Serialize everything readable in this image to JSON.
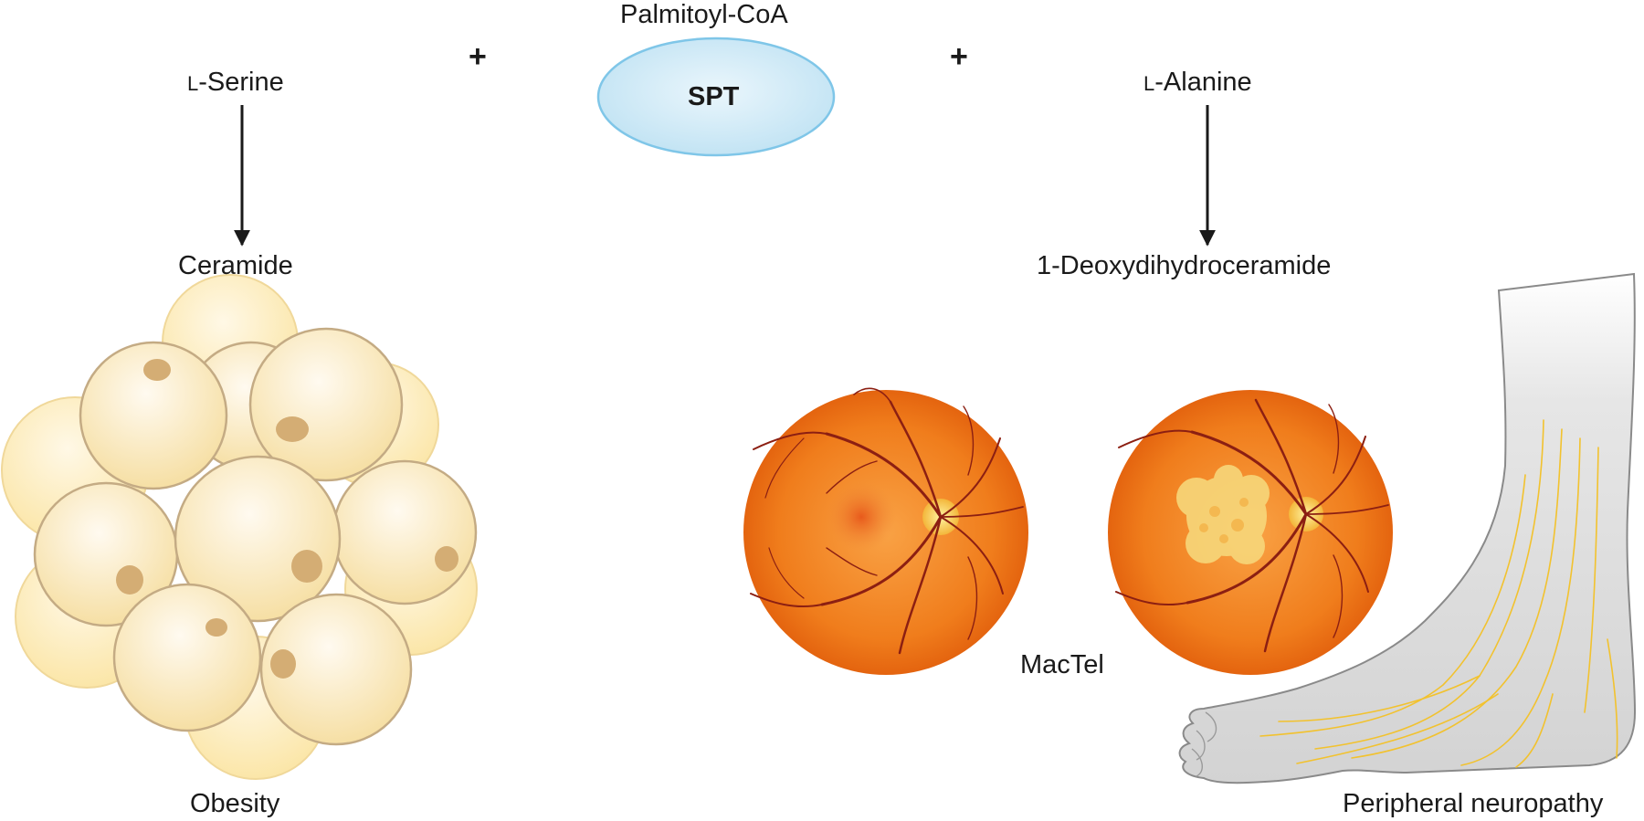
{
  "substrates": {
    "palmitoyl": "Palmitoyl-CoA",
    "serine_prefix": "L",
    "serine_suffix": "-Serine",
    "alanine_prefix": "L",
    "alanine_suffix": "-Alanine",
    "plus_left": "+",
    "plus_right": "+"
  },
  "enzyme": {
    "label": "SPT"
  },
  "products": {
    "ceramide": "Ceramide",
    "deoxy": "1-Deoxydihydroceramide"
  },
  "diseases": {
    "obesity": "Obesity",
    "mactel": "MacTel",
    "neuropathy": "Peripheral neuropathy"
  },
  "colors": {
    "enzyme_fill": "#cde9f6",
    "enzyme_stroke": "#7fc6e8",
    "cell_fill": "#fbe8b0",
    "cell_stroke": "#c4ab84",
    "nucleus": "#d4ad74",
    "retina": "#f07d1c",
    "vessel": "#8c1f12",
    "nerve": "#f2c22e"
  }
}
